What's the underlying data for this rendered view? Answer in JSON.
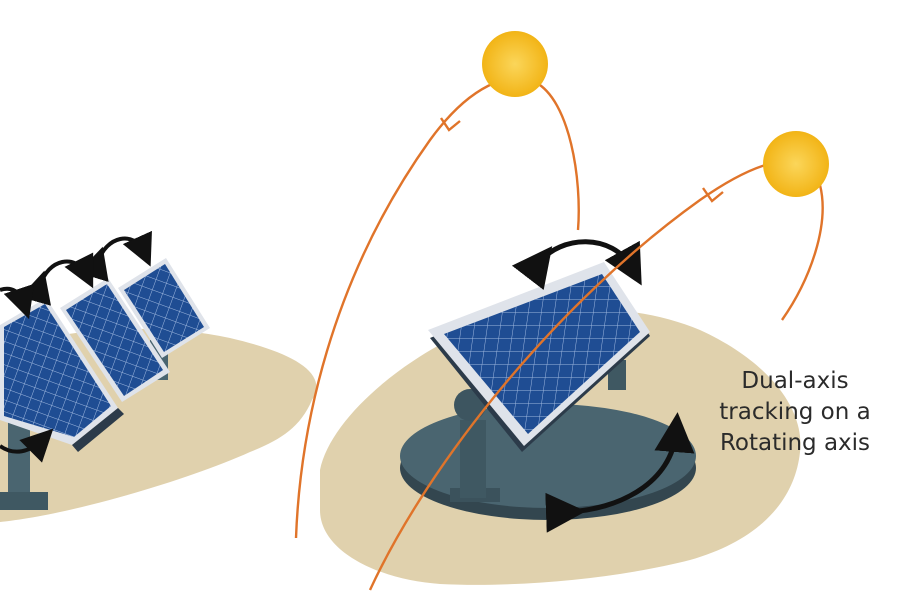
{
  "caption": {
    "line1": "Dual-axis",
    "line2": "tracking on a",
    "line3": "Rotating axis"
  },
  "colors": {
    "background": "#ffffff",
    "ground": "#e0d1ad",
    "panel": "#1f4d93",
    "panel_frame": "#dfe3ea",
    "panel_back": "#2c3b4a",
    "base": "#46606a",
    "pole": "#4a6570",
    "sun": "#f7c21e",
    "sun_path": "#e0742a",
    "arrow": "#111111",
    "caption": "#2b2b2b"
  },
  "icons": [
    "sun-icon",
    "rotation-arrow-icon",
    "direction-chevron-icon"
  ]
}
